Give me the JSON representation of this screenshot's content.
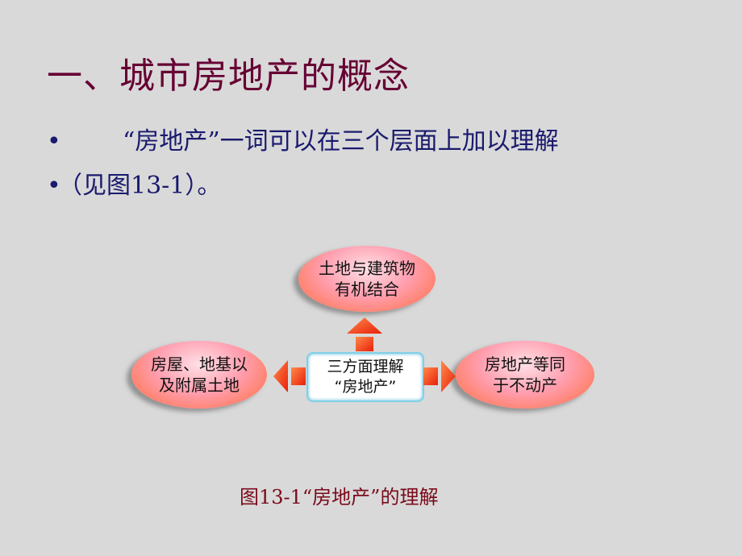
{
  "slide": {
    "title": "一、城市房地产的概念",
    "bullets": [
      {
        "marker": "•",
        "text": "“房地产”一词可以在三个层面上加以理解"
      },
      {
        "marker": "•",
        "text": "（见图13-1）。"
      }
    ],
    "colors": {
      "title": "#660033",
      "body": "#1a1a6e",
      "caption": "#7a0a1a",
      "background": "#d9d9d9"
    }
  },
  "diagram": {
    "center": {
      "line1": "三方面理解",
      "line2": "“房地产”"
    },
    "nodes": {
      "top": {
        "line1": "土地与建筑物",
        "line2": "有机结合"
      },
      "left": {
        "line1": "房屋、地基以",
        "line2": "及附属土地"
      },
      "right": {
        "line1": "房地产等同",
        "line2": "于不动产"
      }
    },
    "arrows": [
      "arrow-up",
      "arrow-left",
      "arrow-right"
    ],
    "caption": "图13-1“房地产”的理解"
  }
}
